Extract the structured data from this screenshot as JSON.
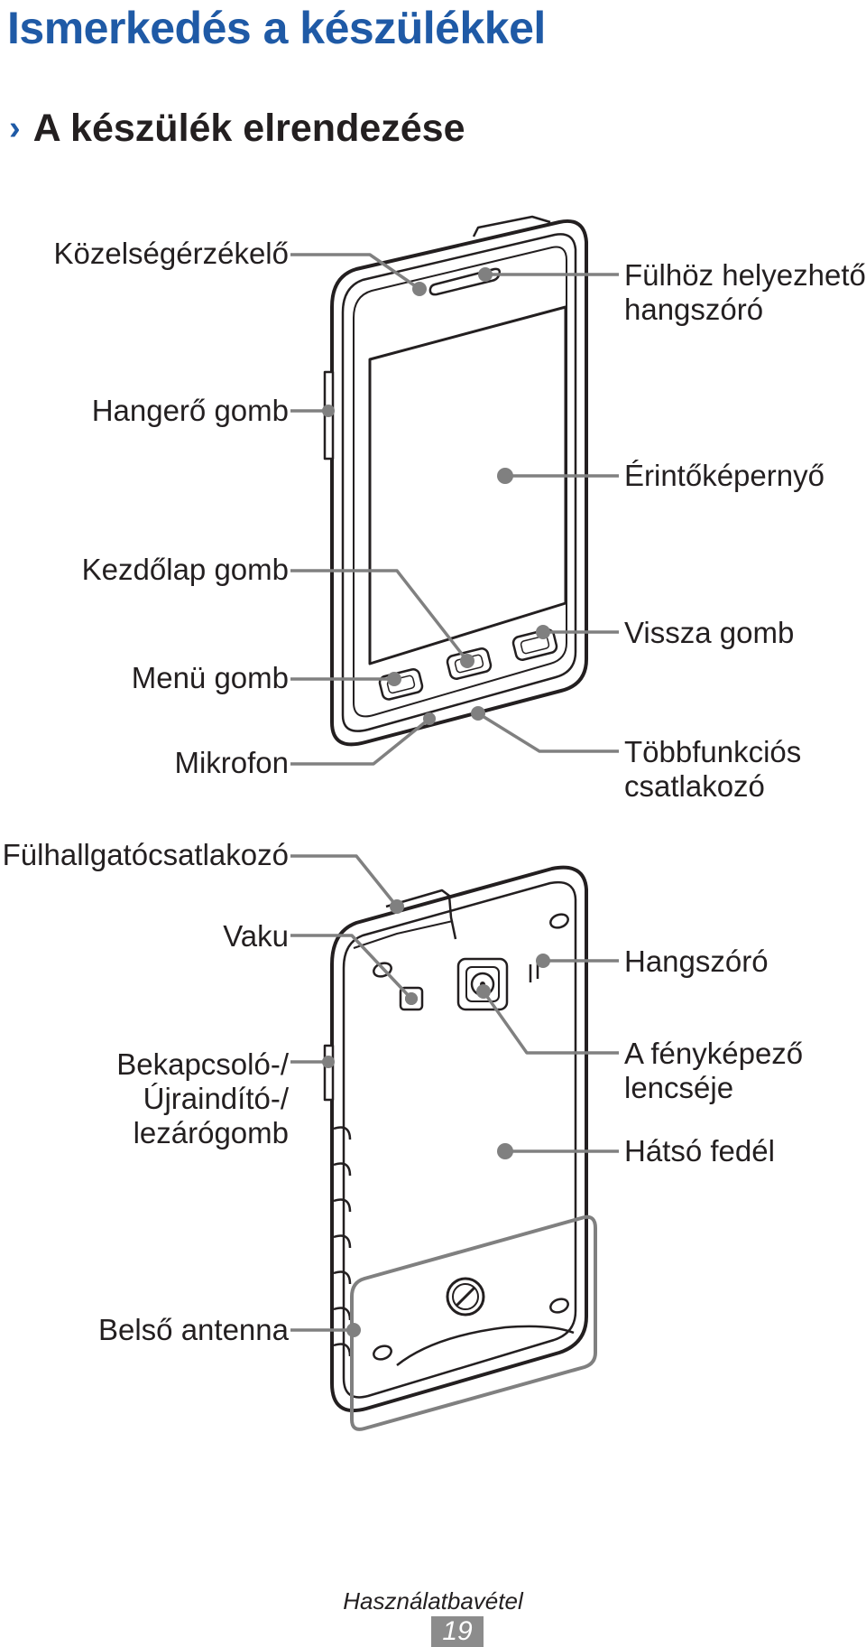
{
  "header": {
    "title": "Ismerkedés a készülékkel",
    "section_chevron": "›",
    "section_title": "A készülék elrendezése"
  },
  "front": {
    "proximity_sensor": "Közelségérzékelő",
    "earpiece_line1": "Fülhöz helyezhető",
    "earpiece_line2": "hangszóró",
    "volume_key": "Hangerő gomb",
    "touchscreen": "Érintőképernyő",
    "home_key": "Kezdőlap gomb",
    "back_key": "Vissza gomb",
    "menu_key": "Menü gomb",
    "microphone": "Mikrofon",
    "multipurpose_jack_line1": "Többfunkciós",
    "multipurpose_jack_line2": "csatlakozó"
  },
  "back": {
    "headset_jack": "Fülhallgatócsatlakozó",
    "flash": "Vaku",
    "speaker": "Hangszóró",
    "power_key_line1": "Bekapcsoló-/",
    "power_key_line2": "Újraindító-/",
    "power_key_line3": "lezárógomb",
    "camera_lens_line1": "A fényképező",
    "camera_lens_line2": "lencséje",
    "back_cover": "Hátsó fedél",
    "internal_antenna": "Belső antenna"
  },
  "footer": {
    "section_name": "Használatbavétel",
    "page_number": "19"
  },
  "colors": {
    "title_blue": "#1f5aa6",
    "callout_gray": "#808080",
    "outline_black": "#231f20"
  }
}
